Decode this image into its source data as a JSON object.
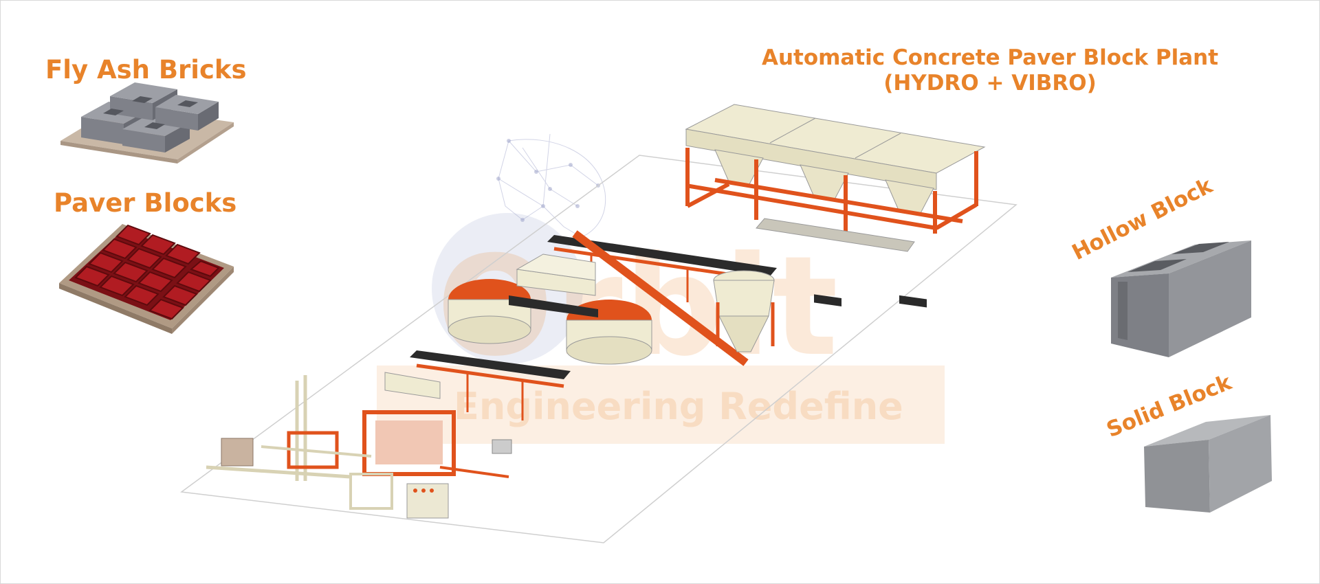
{
  "labels": {
    "fly_ash": "Fly Ash Bricks",
    "paver": "Paver Blocks",
    "hollow": "Hollow Block",
    "solid": "Solid Block"
  },
  "plant_title": {
    "line1": "Automatic Concrete Paver Block Plant",
    "line2": "(HYDRO + VIBRO)"
  },
  "watermark": {
    "brand": "Orbit",
    "tagline": "Engineering Redefine"
  },
  "colors": {
    "accent": "#E8832A",
    "machine_orange": "#E0521C",
    "machine_cream": "#EFEBD2",
    "block_gray": "#8E9096",
    "paver_red": "#A8161C"
  }
}
